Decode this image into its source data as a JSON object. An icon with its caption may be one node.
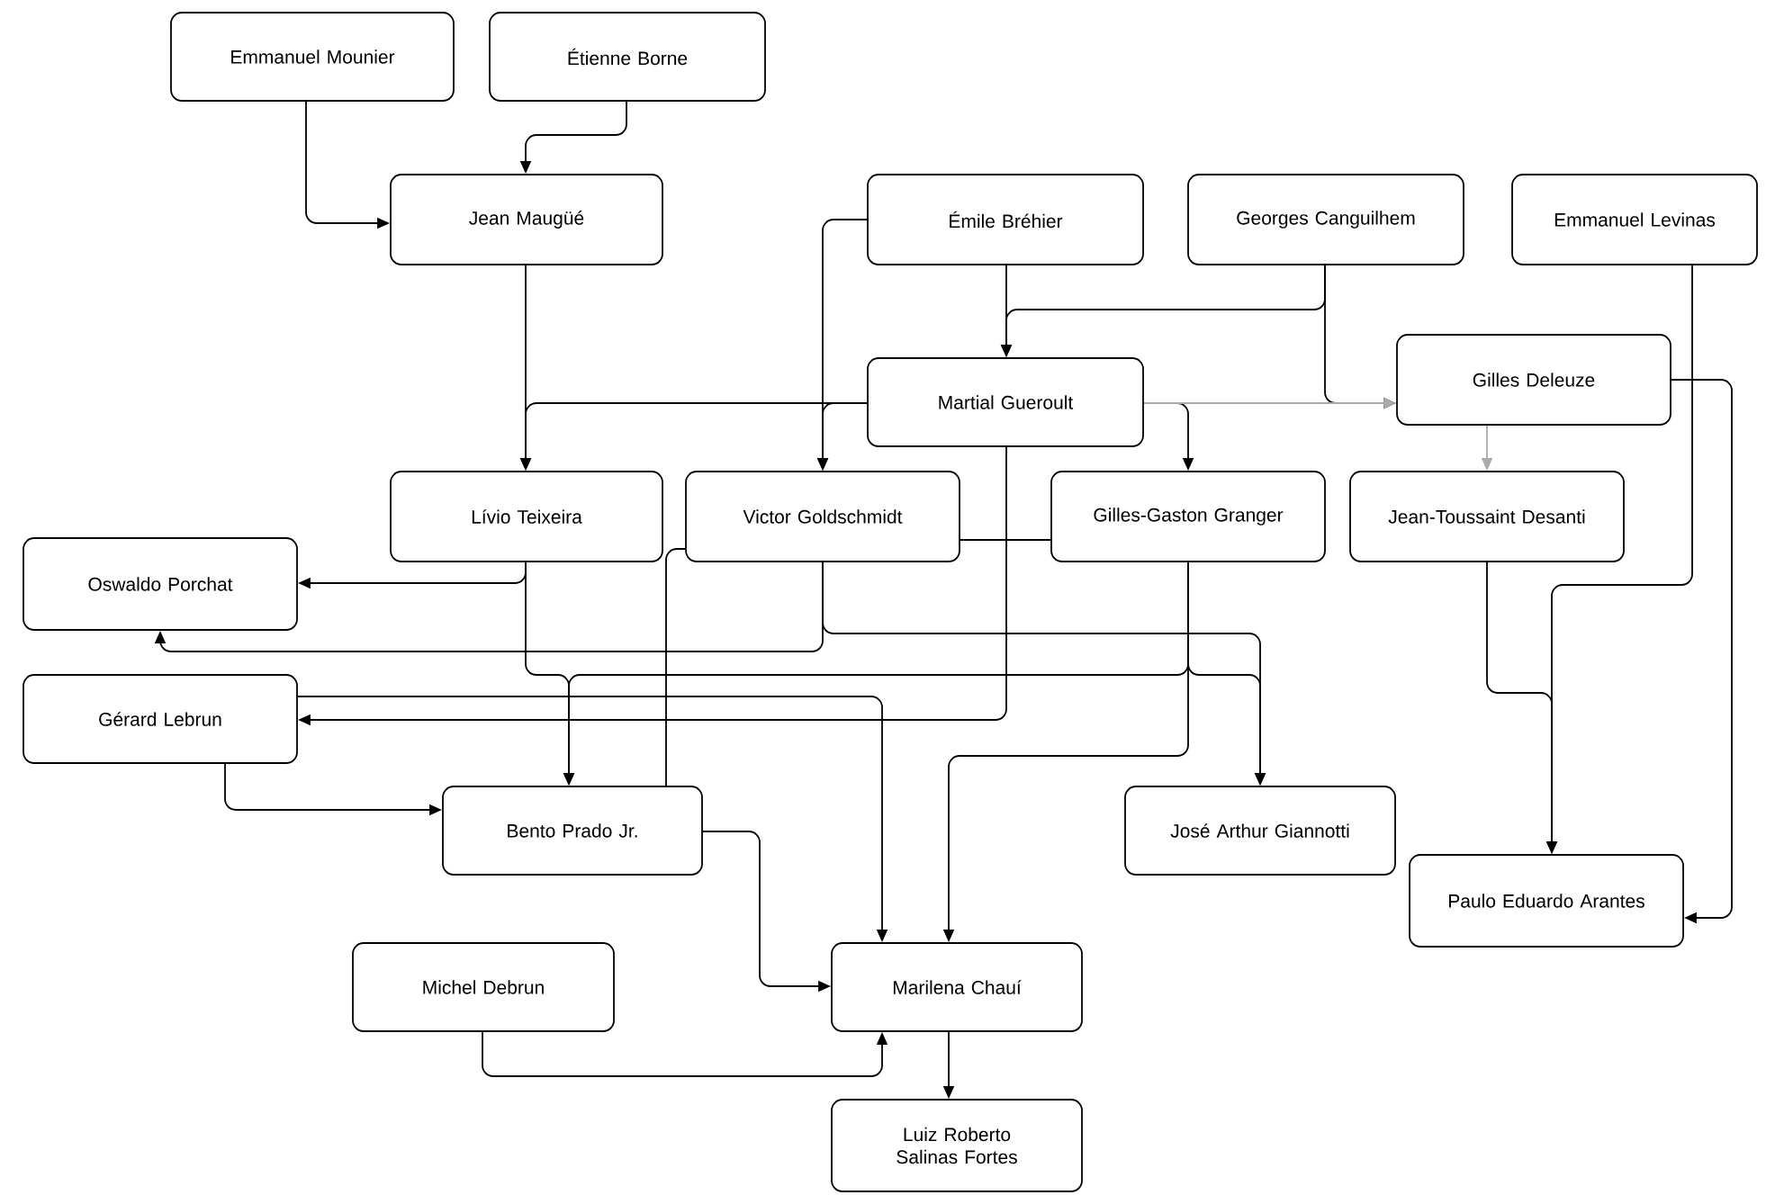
{
  "diagram": {
    "nodes": [
      {
        "text": [
          "Emmanuel Mounier"
        ]
      },
      {
        "text": [
          "Étienne Borne"
        ]
      },
      {
        "text": [
          "Jean Maugüé"
        ]
      },
      {
        "text": [
          "Émile Bréhier"
        ]
      },
      {
        "text": [
          "Georges Canguilhem"
        ]
      },
      {
        "text": [
          "Emmanuel Levinas"
        ]
      },
      {
        "text": [
          "Martial Gueroult"
        ]
      },
      {
        "text": [
          "Gilles Deleuze"
        ]
      },
      {
        "text": [
          "Lívio Teixeira"
        ]
      },
      {
        "text": [
          "Victor Goldschmidt"
        ]
      },
      {
        "text": [
          "Gilles-Gaston Granger"
        ]
      },
      {
        "text": [
          "Jean-Toussaint Desanti"
        ]
      },
      {
        "text": [
          "Oswaldo Porchat"
        ]
      },
      {
        "text": [
          "Gérard Lebrun"
        ]
      },
      {
        "text": [
          "Bento Prado Jr."
        ]
      },
      {
        "text": [
          "José Arthur Giannotti"
        ]
      },
      {
        "text": [
          "Paulo Eduardo Arantes"
        ]
      },
      {
        "text": [
          "Michel Debrun"
        ]
      },
      {
        "text": [
          "Marilena Chauí"
        ]
      },
      {
        "text": [
          "Luiz Roberto Salinas Fortes"
        ]
      }
    ],
    "edges": [
      {
        "from": 0,
        "to": 2,
        "arrow": "to"
      },
      {
        "from": 1,
        "to": 2,
        "arrow": "to"
      },
      {
        "from": 2,
        "to": 8,
        "arrow": "to"
      },
      {
        "from": 3,
        "to": 6,
        "arrow": "to"
      },
      {
        "from": 4,
        "to": 6,
        "arrow": "to"
      },
      {
        "from": 4,
        "to": 7,
        "arrow": "to"
      },
      {
        "from": 3,
        "to": 9,
        "arrow": "to"
      },
      {
        "from": 6,
        "to": 8,
        "arrow": "to"
      },
      {
        "from": 6,
        "to": 9,
        "arrow": "to"
      },
      {
        "from": 6,
        "to": 10,
        "arrow": "to"
      },
      {
        "from": 6,
        "to": 7,
        "arrow": "to",
        "color": "#aaaaaa"
      },
      {
        "from": 7,
        "to": 11,
        "arrow": "to",
        "color": "#aaaaaa"
      },
      {
        "from": 8,
        "to": 12,
        "arrow": "to"
      },
      {
        "from": 9,
        "to": 12,
        "arrow": "to"
      },
      {
        "from": 9,
        "to": 15,
        "arrow": "to"
      },
      {
        "from": 9,
        "to": 10,
        "arrow": "none"
      },
      {
        "from": 14,
        "to": 9,
        "arrow": "none"
      },
      {
        "from": 6,
        "to": 13,
        "arrow": "to"
      },
      {
        "from": 13,
        "to": 18,
        "arrow": "to"
      },
      {
        "from": 8,
        "to": 14,
        "arrow": "to"
      },
      {
        "from": 10,
        "to": 14,
        "arrow": "to"
      },
      {
        "from": 10,
        "to": 15,
        "arrow": "to"
      },
      {
        "from": 10,
        "to": 18,
        "arrow": "to"
      },
      {
        "from": 13,
        "to": 14,
        "arrow": "to"
      },
      {
        "from": 14,
        "to": 18,
        "arrow": "to"
      },
      {
        "from": 17,
        "to": 18,
        "arrow": "to"
      },
      {
        "from": 18,
        "to": 19,
        "arrow": "to"
      },
      {
        "from": 7,
        "to": 16,
        "arrow": "to"
      },
      {
        "from": 5,
        "to": 16,
        "arrow": "to"
      },
      {
        "from": 11,
        "to": 16,
        "arrow": "to"
      }
    ]
  }
}
